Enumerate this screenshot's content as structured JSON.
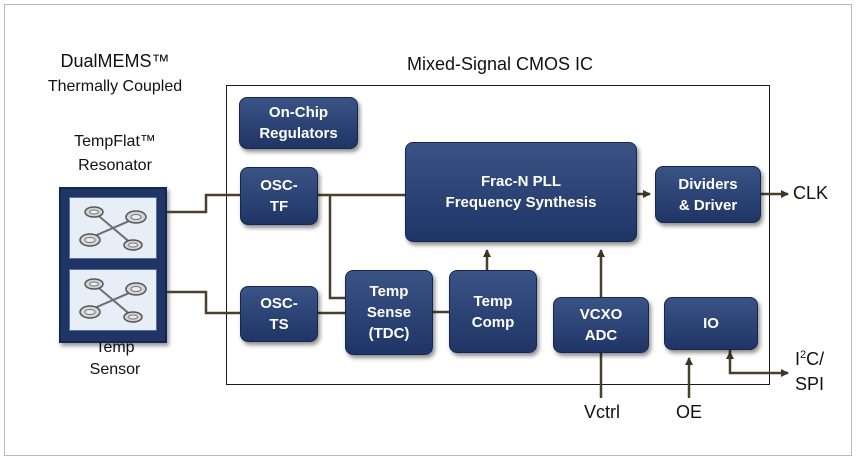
{
  "labels": {
    "dualmems": "DualMEMS™",
    "thermally_coupled": "Thermally Coupled",
    "mixed_signal": "Mixed-Signal CMOS IC",
    "tempflat": "TempFlat™",
    "resonator": "Resonator",
    "temp": "Temp",
    "sensor": "Sensor",
    "clk": "CLK",
    "i2c_i": "I",
    "i2c_2": "2",
    "i2c_c": "C/",
    "spi": "SPI",
    "vctrl": "Vctrl",
    "oe": "OE"
  },
  "blocks": {
    "regulators": "On-Chip\nRegulators",
    "osc_tf": "OSC-\nTF",
    "osc_ts": "OSC-\nTS",
    "pll": "Frac-N PLL\nFrequency Synthesis",
    "dividers": "Dividers\n& Driver",
    "temp_sense": "Temp\nSense\n(TDC)",
    "temp_comp": "Temp\nComp",
    "vcxo_adc": "VCXO\nADC",
    "io": "IO"
  },
  "colors": {
    "block": "#243a6b",
    "wire": "#4a3f2b"
  }
}
